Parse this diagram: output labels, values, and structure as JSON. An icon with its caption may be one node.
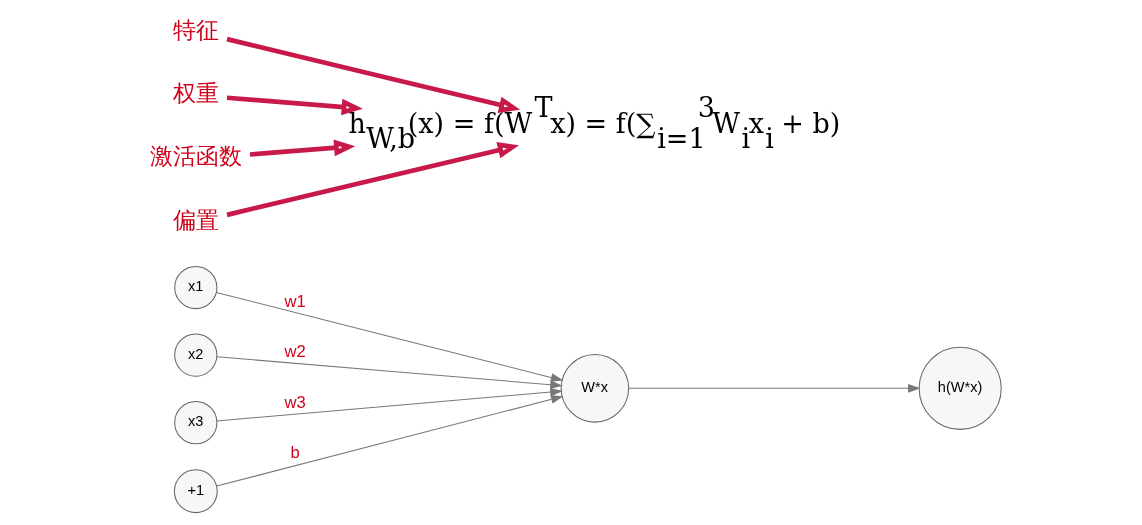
{
  "diagram": {
    "nodes": [
      {
        "text": [
          "x1"
        ]
      },
      {
        "text": [
          "x2"
        ]
      },
      {
        "text": [
          "x3"
        ]
      },
      {
        "text": [
          "+1"
        ]
      },
      {
        "text": [
          "W*x"
        ]
      },
      {
        "text": [
          "h(W*x)"
        ]
      },
      {
        "text": [
          "特征"
        ]
      },
      {
        "text": [
          "h$_{W,b}$(x) = f(W$^{T}$x) = f(∑$_{i=1}$$^{3}$W$_{i}$x$_{i}$ + b)"
        ]
      },
      {
        "text": [
          "权重"
        ]
      },
      {
        "text": [
          "激活函数"
        ]
      },
      {
        "text": [
          "偏置"
        ]
      }
    ],
    "edges": [
      {
        "from": 0,
        "to": 4,
        "arrow": "to",
        "label": "w1"
      },
      {
        "from": 1,
        "to": 4,
        "arrow": "to",
        "label": "w2"
      },
      {
        "from": 2,
        "to": 4,
        "arrow": "to",
        "label": "w3"
      },
      {
        "from": 3,
        "to": 4,
        "arrow": "to",
        "label": "b"
      },
      {
        "from": 4,
        "to": 5,
        "arrow": "to"
      },
      {
        "from": 6,
        "to": 7,
        "arrow": "to",
        "style": "thick",
        "color": "#c8194b"
      },
      {
        "from": 8,
        "to": 7,
        "arrow": "to",
        "style": "thick",
        "color": "#c8194b"
      },
      {
        "from": 9,
        "to": 7,
        "arrow": "to",
        "style": "thick",
        "color": "#c8194b"
      },
      {
        "from": 10,
        "to": 7,
        "arrow": "to",
        "style": "thick",
        "color": "#c8194b"
      }
    ]
  }
}
